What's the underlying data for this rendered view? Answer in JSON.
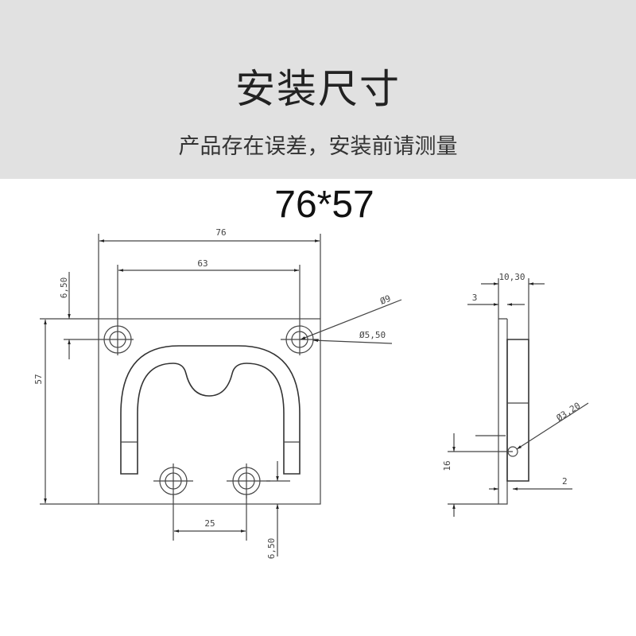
{
  "header": {
    "title": "安装尺寸",
    "subtitle": "产品存在误差，安装前请测量"
  },
  "size_label": "76*57",
  "front_view": {
    "dims": {
      "overall_width": "76",
      "hole_spacing_top": "63",
      "top_offset": "6,50",
      "overall_height": "57",
      "outer_diameter": "Ø9",
      "inner_diameter": "Ø5,50",
      "hole_spacing_bottom": "25",
      "bottom_offset": "6,50"
    }
  },
  "side_view": {
    "dims": {
      "total_depth": "10,30",
      "plate_thickness": "3",
      "pin_diameter": "Ø3,20",
      "pin_height": "16",
      "gap": "2"
    }
  }
}
